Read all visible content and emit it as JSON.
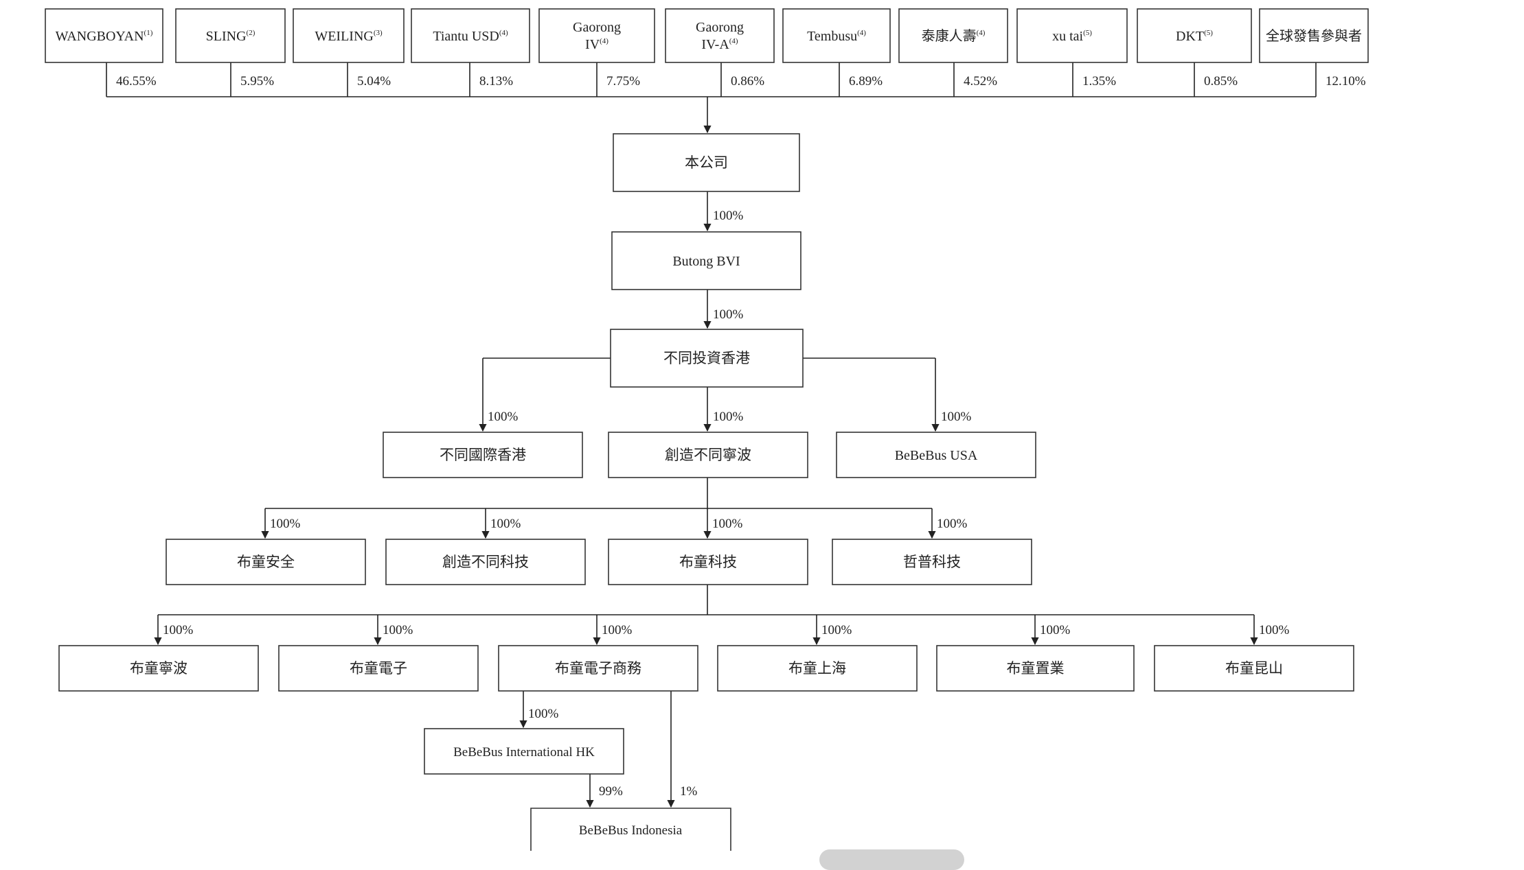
{
  "shareholders": [
    {
      "id": "sh-wangboyan",
      "label": "WANGBOYAN",
      "sup": "(1)",
      "pct": "46.55%"
    },
    {
      "id": "sh-sling",
      "label": "SLING",
      "sup": "(2)",
      "pct": "5.95%"
    },
    {
      "id": "sh-weiling",
      "label": "WEILING",
      "sup": "(3)",
      "pct": "5.04%"
    },
    {
      "id": "sh-tiantu",
      "label": "Tiantu USD",
      "sup": "(4)",
      "pct": "8.13%"
    },
    {
      "id": "sh-gaorong-iv",
      "label": "Gaorong",
      "label2": "IV",
      "sup": "(4)",
      "pct": "7.75%"
    },
    {
      "id": "sh-gaorong-iva",
      "label": "Gaorong",
      "label2": "IV-A",
      "sup": "(4)",
      "pct": "0.86%"
    },
    {
      "id": "sh-tembusu",
      "label": "Tembusu",
      "sup": "(4)",
      "pct": "6.89%"
    },
    {
      "id": "sh-taikang",
      "label": "泰康人壽",
      "sup": "(4)",
      "pct": "4.52%"
    },
    {
      "id": "sh-xutai",
      "label": "xu tai",
      "sup": "(5)",
      "pct": "1.35%"
    },
    {
      "id": "sh-dkt",
      "label": "DKT",
      "sup": "(5)",
      "pct": "0.85%"
    },
    {
      "id": "sh-global",
      "label": "全球發售參與者",
      "sup": "",
      "pct": "12.10%"
    }
  ],
  "entities": {
    "company": "本公司",
    "butong_bvi": "Butong BVI",
    "butong_hk": "不同投資香港",
    "butong_intl_hk": "不同國際香港",
    "chuangzao_ningbo": "創造不同寧波",
    "bebebus_usa": "BeBeBus USA",
    "butong_safety": "布童安全",
    "chuangzao_tech": "創造不同科技",
    "butong_tech": "布童科技",
    "zhepu_tech": "哲普科技",
    "butong_ningbo": "布童寧波",
    "butong_electronics": "布童電子",
    "butong_ecommerce": "布童電子商務",
    "butong_shanghai": "布童上海",
    "butong_property": "布童置業",
    "butong_kunshan": "布童昆山",
    "bebebus_intl_hk": "BeBeBus International HK",
    "bebebus_indonesia": "BeBeBus Indonesia"
  },
  "ownership": {
    "company_to_bvi": "100%",
    "bvi_to_hk": "100%",
    "hk_to_intl_hk": "100%",
    "hk_to_ningbo": "100%",
    "hk_to_usa": "100%",
    "ningbo_to_safety": "100%",
    "ningbo_to_chuangzao_tech": "100%",
    "ningbo_to_butong_tech": "100%",
    "ningbo_to_zhepu": "100%",
    "tech_to_butong_ningbo": "100%",
    "tech_to_electronics": "100%",
    "tech_to_ecommerce": "100%",
    "tech_to_shanghai": "100%",
    "tech_to_property": "100%",
    "tech_to_kunshan": "100%",
    "ecommerce_to_bebebus_hk": "100%",
    "bebebus_hk_to_indonesia": "99%",
    "ecommerce_to_indonesia": "1%"
  }
}
